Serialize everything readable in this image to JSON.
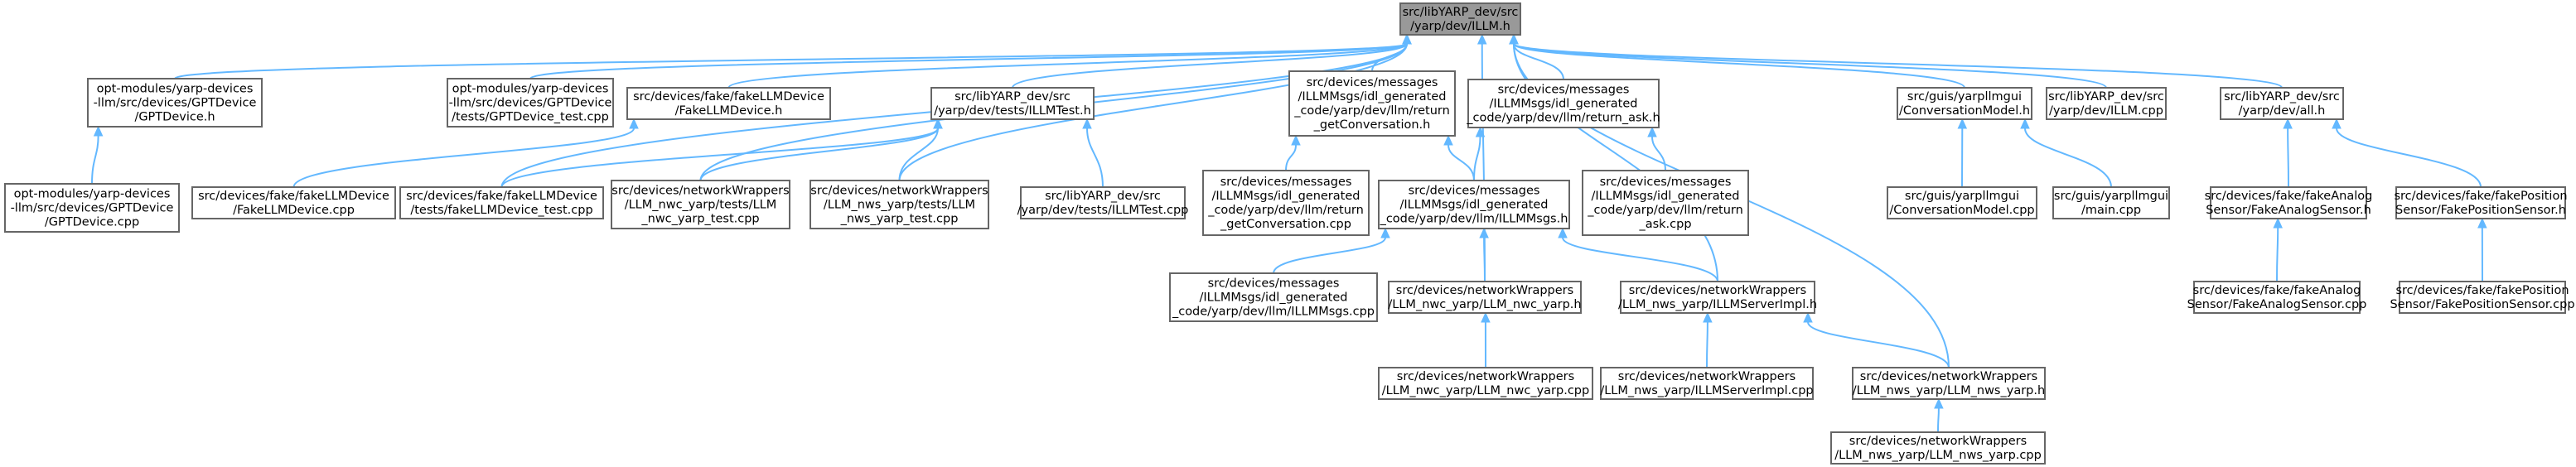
{
  "graph": {
    "nodes": [
      {
        "id": "root",
        "lines": [
          "src/libYARP_dev/src",
          "/yarp/dev/ILLM.h"
        ]
      },
      {
        "id": "gptdevice_h",
        "lines": [
          "opt-modules/yarp-devices",
          "-llm/src/devices/GPTDevice",
          "/GPTDevice.h"
        ]
      },
      {
        "id": "gptdevice_cpp",
        "lines": [
          "opt-modules/yarp-devices",
          "-llm/src/devices/GPTDevice",
          "/GPTDevice.cpp"
        ]
      },
      {
        "id": "gptdevice_test",
        "lines": [
          "opt-modules/yarp-devices",
          "-llm/src/devices/GPTDevice",
          "/tests/GPTDevice_test.cpp"
        ]
      },
      {
        "id": "fakellm_h",
        "lines": [
          "src/devices/fake/fakeLLMDevice",
          "/FakeLLMDevice.h"
        ]
      },
      {
        "id": "fakellm_cpp",
        "lines": [
          "src/devices/fake/fakeLLMDevice",
          "/FakeLLMDevice.cpp"
        ]
      },
      {
        "id": "fakellm_test",
        "lines": [
          "src/devices/fake/fakeLLMDevice",
          "/tests/fakeLLMDevice_test.cpp"
        ]
      },
      {
        "id": "illmtest_h",
        "lines": [
          "src/libYARP_dev/src",
          "/yarp/dev/tests/ILLMTest.h"
        ]
      },
      {
        "id": "nwc_test",
        "lines": [
          "src/devices/networkWrappers",
          "/LLM_nwc_yarp/tests/LLM",
          "_nwc_yarp_test.cpp"
        ]
      },
      {
        "id": "nws_test",
        "lines": [
          "src/devices/networkWrappers",
          "/LLM_nws_yarp/tests/LLM",
          "_nws_yarp_test.cpp"
        ]
      },
      {
        "id": "illmtest_cpp",
        "lines": [
          "src/libYARP_dev/src",
          "/yarp/dev/tests/ILLMTest.cpp"
        ]
      },
      {
        "id": "retconv_h",
        "lines": [
          "src/devices/messages",
          "/ILLMMsgs/idl_generated",
          "_code/yarp/dev/llm/return",
          "_getConversation.h"
        ]
      },
      {
        "id": "retconv_cpp",
        "lines": [
          "src/devices/messages",
          "/ILLMMsgs/idl_generated",
          "_code/yarp/dev/llm/return",
          "_getConversation.cpp"
        ]
      },
      {
        "id": "retask_h",
        "lines": [
          "src/devices/messages",
          "/ILLMMsgs/idl_generated",
          "_code/yarp/dev/llm/return_ask.h"
        ]
      },
      {
        "id": "retask_cpp",
        "lines": [
          "src/devices/messages",
          "/ILLMMsgs/idl_generated",
          "_code/yarp/dev/llm/return",
          "_ask.cpp"
        ]
      },
      {
        "id": "illmmsgs_h",
        "lines": [
          "src/devices/messages",
          "/ILLMMsgs/idl_generated",
          "_code/yarp/dev/llm/ILLMMsgs.h"
        ]
      },
      {
        "id": "illmmsgs_cpp",
        "lines": [
          "src/devices/messages",
          "/ILLMMsgs/idl_generated",
          "_code/yarp/dev/llm/ILLMMsgs.cpp"
        ]
      },
      {
        "id": "nwc_h",
        "lines": [
          "src/devices/networkWrappers",
          "/LLM_nwc_yarp/LLM_nwc_yarp.h"
        ]
      },
      {
        "id": "nwc_cpp",
        "lines": [
          "src/devices/networkWrappers",
          "/LLM_nwc_yarp/LLM_nwc_yarp.cpp"
        ]
      },
      {
        "id": "srvimpl_h",
        "lines": [
          "src/devices/networkWrappers",
          "/LLM_nws_yarp/ILLMServerImpl.h"
        ]
      },
      {
        "id": "srvimpl_cpp",
        "lines": [
          "src/devices/networkWrappers",
          "/LLM_nws_yarp/ILLMServerImpl.cpp"
        ]
      },
      {
        "id": "nws_h",
        "lines": [
          "src/devices/networkWrappers",
          "/LLM_nws_yarp/LLM_nws_yarp.h"
        ]
      },
      {
        "id": "nws_cpp",
        "lines": [
          "src/devices/networkWrappers",
          "/LLM_nws_yarp/LLM_nws_yarp.cpp"
        ]
      },
      {
        "id": "convmodel_h",
        "lines": [
          "src/guis/yarpllmgui",
          "/ConversationModel.h"
        ]
      },
      {
        "id": "convmodel_cpp",
        "lines": [
          "src/guis/yarpllmgui",
          "/ConversationModel.cpp"
        ]
      },
      {
        "id": "main_cpp",
        "lines": [
          "src/guis/yarpllmgui",
          "/main.cpp"
        ]
      },
      {
        "id": "illm_cpp",
        "lines": [
          "src/libYARP_dev/src",
          "/yarp/dev/ILLM.cpp"
        ]
      },
      {
        "id": "all_h",
        "lines": [
          "src/libYARP_dev/src",
          "/yarp/dev/all.h"
        ]
      },
      {
        "id": "fakeanalog_h",
        "lines": [
          "src/devices/fake/fakeAnalog",
          "Sensor/FakeAnalogSensor.h"
        ]
      },
      {
        "id": "fakeanalog_cpp",
        "lines": [
          "src/devices/fake/fakeAnalog",
          "Sensor/FakeAnalogSensor.cpp"
        ]
      },
      {
        "id": "fakepos_h",
        "lines": [
          "src/devices/fake/fakePosition",
          "Sensor/FakePositionSensor.h"
        ]
      },
      {
        "id": "fakepos_cpp",
        "lines": [
          "src/devices/fake/fakePosition",
          "Sensor/FakePositionSensor.cpp"
        ]
      }
    ],
    "edges": [
      [
        "gptdevice_h",
        "root"
      ],
      [
        "gptdevice_test",
        "root"
      ],
      [
        "fakellm_h",
        "root"
      ],
      [
        "fakellm_test",
        "root"
      ],
      [
        "illmtest_h",
        "root"
      ],
      [
        "nwc_test",
        "root"
      ],
      [
        "nws_test",
        "root"
      ],
      [
        "retconv_h",
        "root"
      ],
      [
        "retask_h",
        "root"
      ],
      [
        "nwc_h",
        "root"
      ],
      [
        "srvimpl_h",
        "root"
      ],
      [
        "nws_h",
        "root"
      ],
      [
        "convmodel_h",
        "root"
      ],
      [
        "illm_cpp",
        "root"
      ],
      [
        "all_h",
        "root"
      ],
      [
        "gptdevice_cpp",
        "gptdevice_h"
      ],
      [
        "fakellm_cpp",
        "fakellm_h"
      ],
      [
        "fakellm_test",
        "illmtest_h"
      ],
      [
        "nwc_test",
        "illmtest_h"
      ],
      [
        "nws_test",
        "illmtest_h"
      ],
      [
        "illmtest_cpp",
        "illmtest_h"
      ],
      [
        "retconv_cpp",
        "retconv_h"
      ],
      [
        "illmmsgs_h",
        "retconv_h"
      ],
      [
        "illmmsgs_h",
        "retask_h"
      ],
      [
        "retask_cpp",
        "retask_h"
      ],
      [
        "illmmsgs_cpp",
        "illmmsgs_h"
      ],
      [
        "nwc_h",
        "illmmsgs_h"
      ],
      [
        "srvimpl_h",
        "illmmsgs_h"
      ],
      [
        "nwc_cpp",
        "nwc_h"
      ],
      [
        "srvimpl_cpp",
        "srvimpl_h"
      ],
      [
        "nws_h",
        "srvimpl_h"
      ],
      [
        "nws_cpp",
        "nws_h"
      ],
      [
        "convmodel_cpp",
        "convmodel_h"
      ],
      [
        "main_cpp",
        "convmodel_h"
      ],
      [
        "fakeanalog_h",
        "all_h"
      ],
      [
        "fakepos_h",
        "all_h"
      ],
      [
        "fakeanalog_cpp",
        "fakeanalog_h"
      ],
      [
        "fakepos_cpp",
        "fakepos_h"
      ]
    ]
  }
}
